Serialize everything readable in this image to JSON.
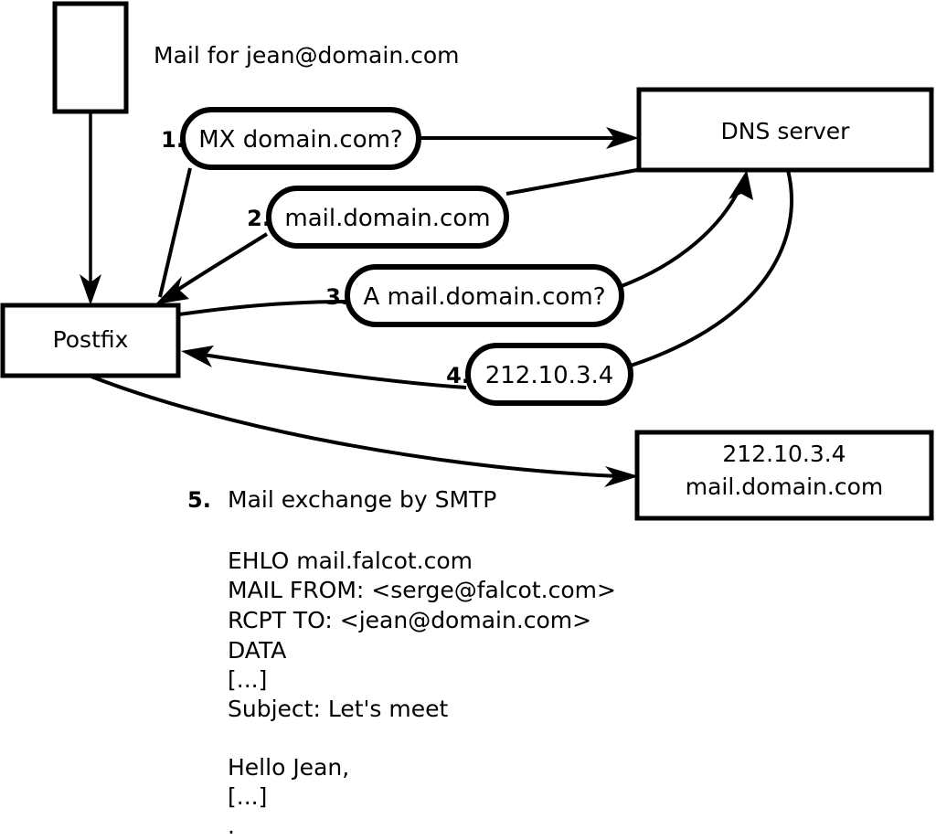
{
  "diagram": {
    "title_caption": "Mail for jean@domain.com",
    "nodes": [
      {
        "id": "client",
        "label": ""
      },
      {
        "id": "postfix",
        "label": "Postfix"
      },
      {
        "id": "dns",
        "label": "DNS server"
      },
      {
        "id": "mailserver",
        "label_line1": "212.10.3.4",
        "label_line2": "mail.domain.com"
      }
    ],
    "steps": [
      {
        "num": "1.",
        "label": "MX domain.com?"
      },
      {
        "num": "2.",
        "label": "mail.domain.com"
      },
      {
        "num": "3.",
        "label": "A mail.domain.com?"
      },
      {
        "num": "4.",
        "label": "212.10.3.4"
      }
    ],
    "step5": {
      "num": "5.",
      "label": "Mail exchange by SMTP"
    },
    "smtp_transcript": [
      "EHLO mail.falcot.com",
      "MAIL FROM: <serge@falcot.com>",
      "RCPT TO: <jean@domain.com>",
      "DATA",
      "[...]",
      "Subject: Let's meet",
      "",
      "Hello Jean,",
      "[...]",
      "."
    ],
    "colors": {
      "stroke": "#000000",
      "fill": "#ffffff"
    }
  }
}
